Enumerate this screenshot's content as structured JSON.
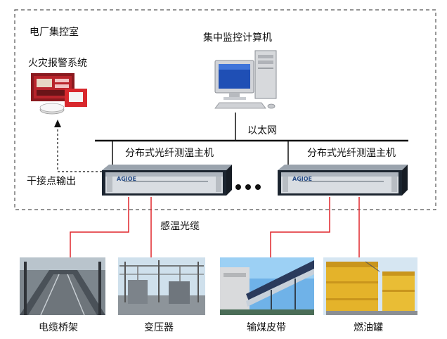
{
  "boundary": {
    "label": "电厂集控室"
  },
  "fire_alarm": {
    "label": "火灾报警系统"
  },
  "monitor_computer": {
    "label": "集中监控计算机"
  },
  "network": {
    "label": "以太网"
  },
  "hosts": [
    {
      "label": "分布式光纤测温主机",
      "brand": "AGIOE"
    },
    {
      "label": "分布式光纤测温主机",
      "brand": "AGIOE"
    }
  ],
  "ellipsis": "● ● ●",
  "dry_contact": {
    "label": "干接点输出"
  },
  "sensing_fiber": {
    "label": "感温光缆"
  },
  "sites": [
    {
      "label": "电缆桥架"
    },
    {
      "label": "变压器"
    },
    {
      "label": "输煤皮带"
    },
    {
      "label": "燃油罐"
    }
  ],
  "colors": {
    "fiber": "#e0262b",
    "boundary": "#555555",
    "bus": "#111111",
    "rack_body": "#1c2530",
    "rack_face": "#d9dde2"
  }
}
